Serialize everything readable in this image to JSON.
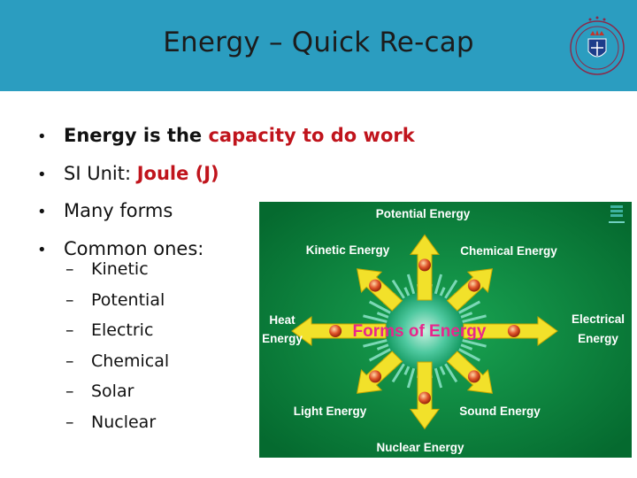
{
  "slide": {
    "title": "Energy – Quick Re-cap"
  },
  "bullets": {
    "b1_prefix": "Energy is the ",
    "b1_highlight": "capacity to do work",
    "b2_prefix": "SI Unit: ",
    "b2_highlight": "Joule (J)",
    "b3": "Many forms",
    "b4": "Common ones:"
  },
  "sub_items": [
    "Kinetic",
    "Potential",
    "Electric",
    "Chemical",
    "Solar",
    "Nuclear"
  ],
  "diagram": {
    "center": "Forms of Energy",
    "labels": {
      "potential": "Potential Energy",
      "kinetic": "Kinetic Energy",
      "chemical": "Chemical Energy",
      "heat_1": "Heat",
      "heat_2": "Energy",
      "electrical_1": "Electrical",
      "electrical_2": "Energy",
      "light": "Light Energy",
      "sound": "Sound Energy",
      "nuclear": "Nuclear Energy"
    },
    "colors": {
      "background": "#0a7a3a",
      "arrow": "#f2e12a",
      "center_text": "#e8268c",
      "label": "#ffffff"
    }
  }
}
